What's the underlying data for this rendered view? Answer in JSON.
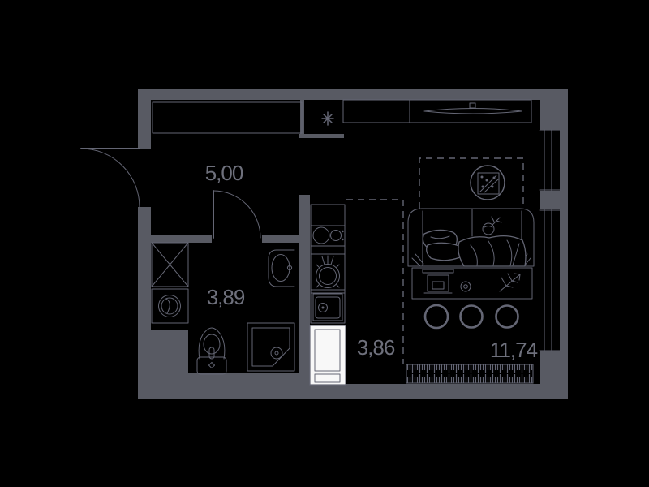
{
  "plan": {
    "title": "studio-apartment-floor-plan",
    "colors": {
      "bg": "#000000",
      "wall": "#585a63",
      "line": "#646674",
      "text": "#6e707c",
      "white": "#f8f8f8"
    },
    "rooms": [
      {
        "id": "hallway",
        "area": "5,00"
      },
      {
        "id": "bathroom",
        "area": "3,89"
      },
      {
        "id": "kitchen",
        "area": "3,86"
      },
      {
        "id": "living-room",
        "area": "11,74"
      }
    ],
    "symbols": {
      "wet_zone_marker": "*",
      "wardrobe_fill": "hanger-hatch",
      "radiator_fill": "vertical-hatch"
    }
  }
}
